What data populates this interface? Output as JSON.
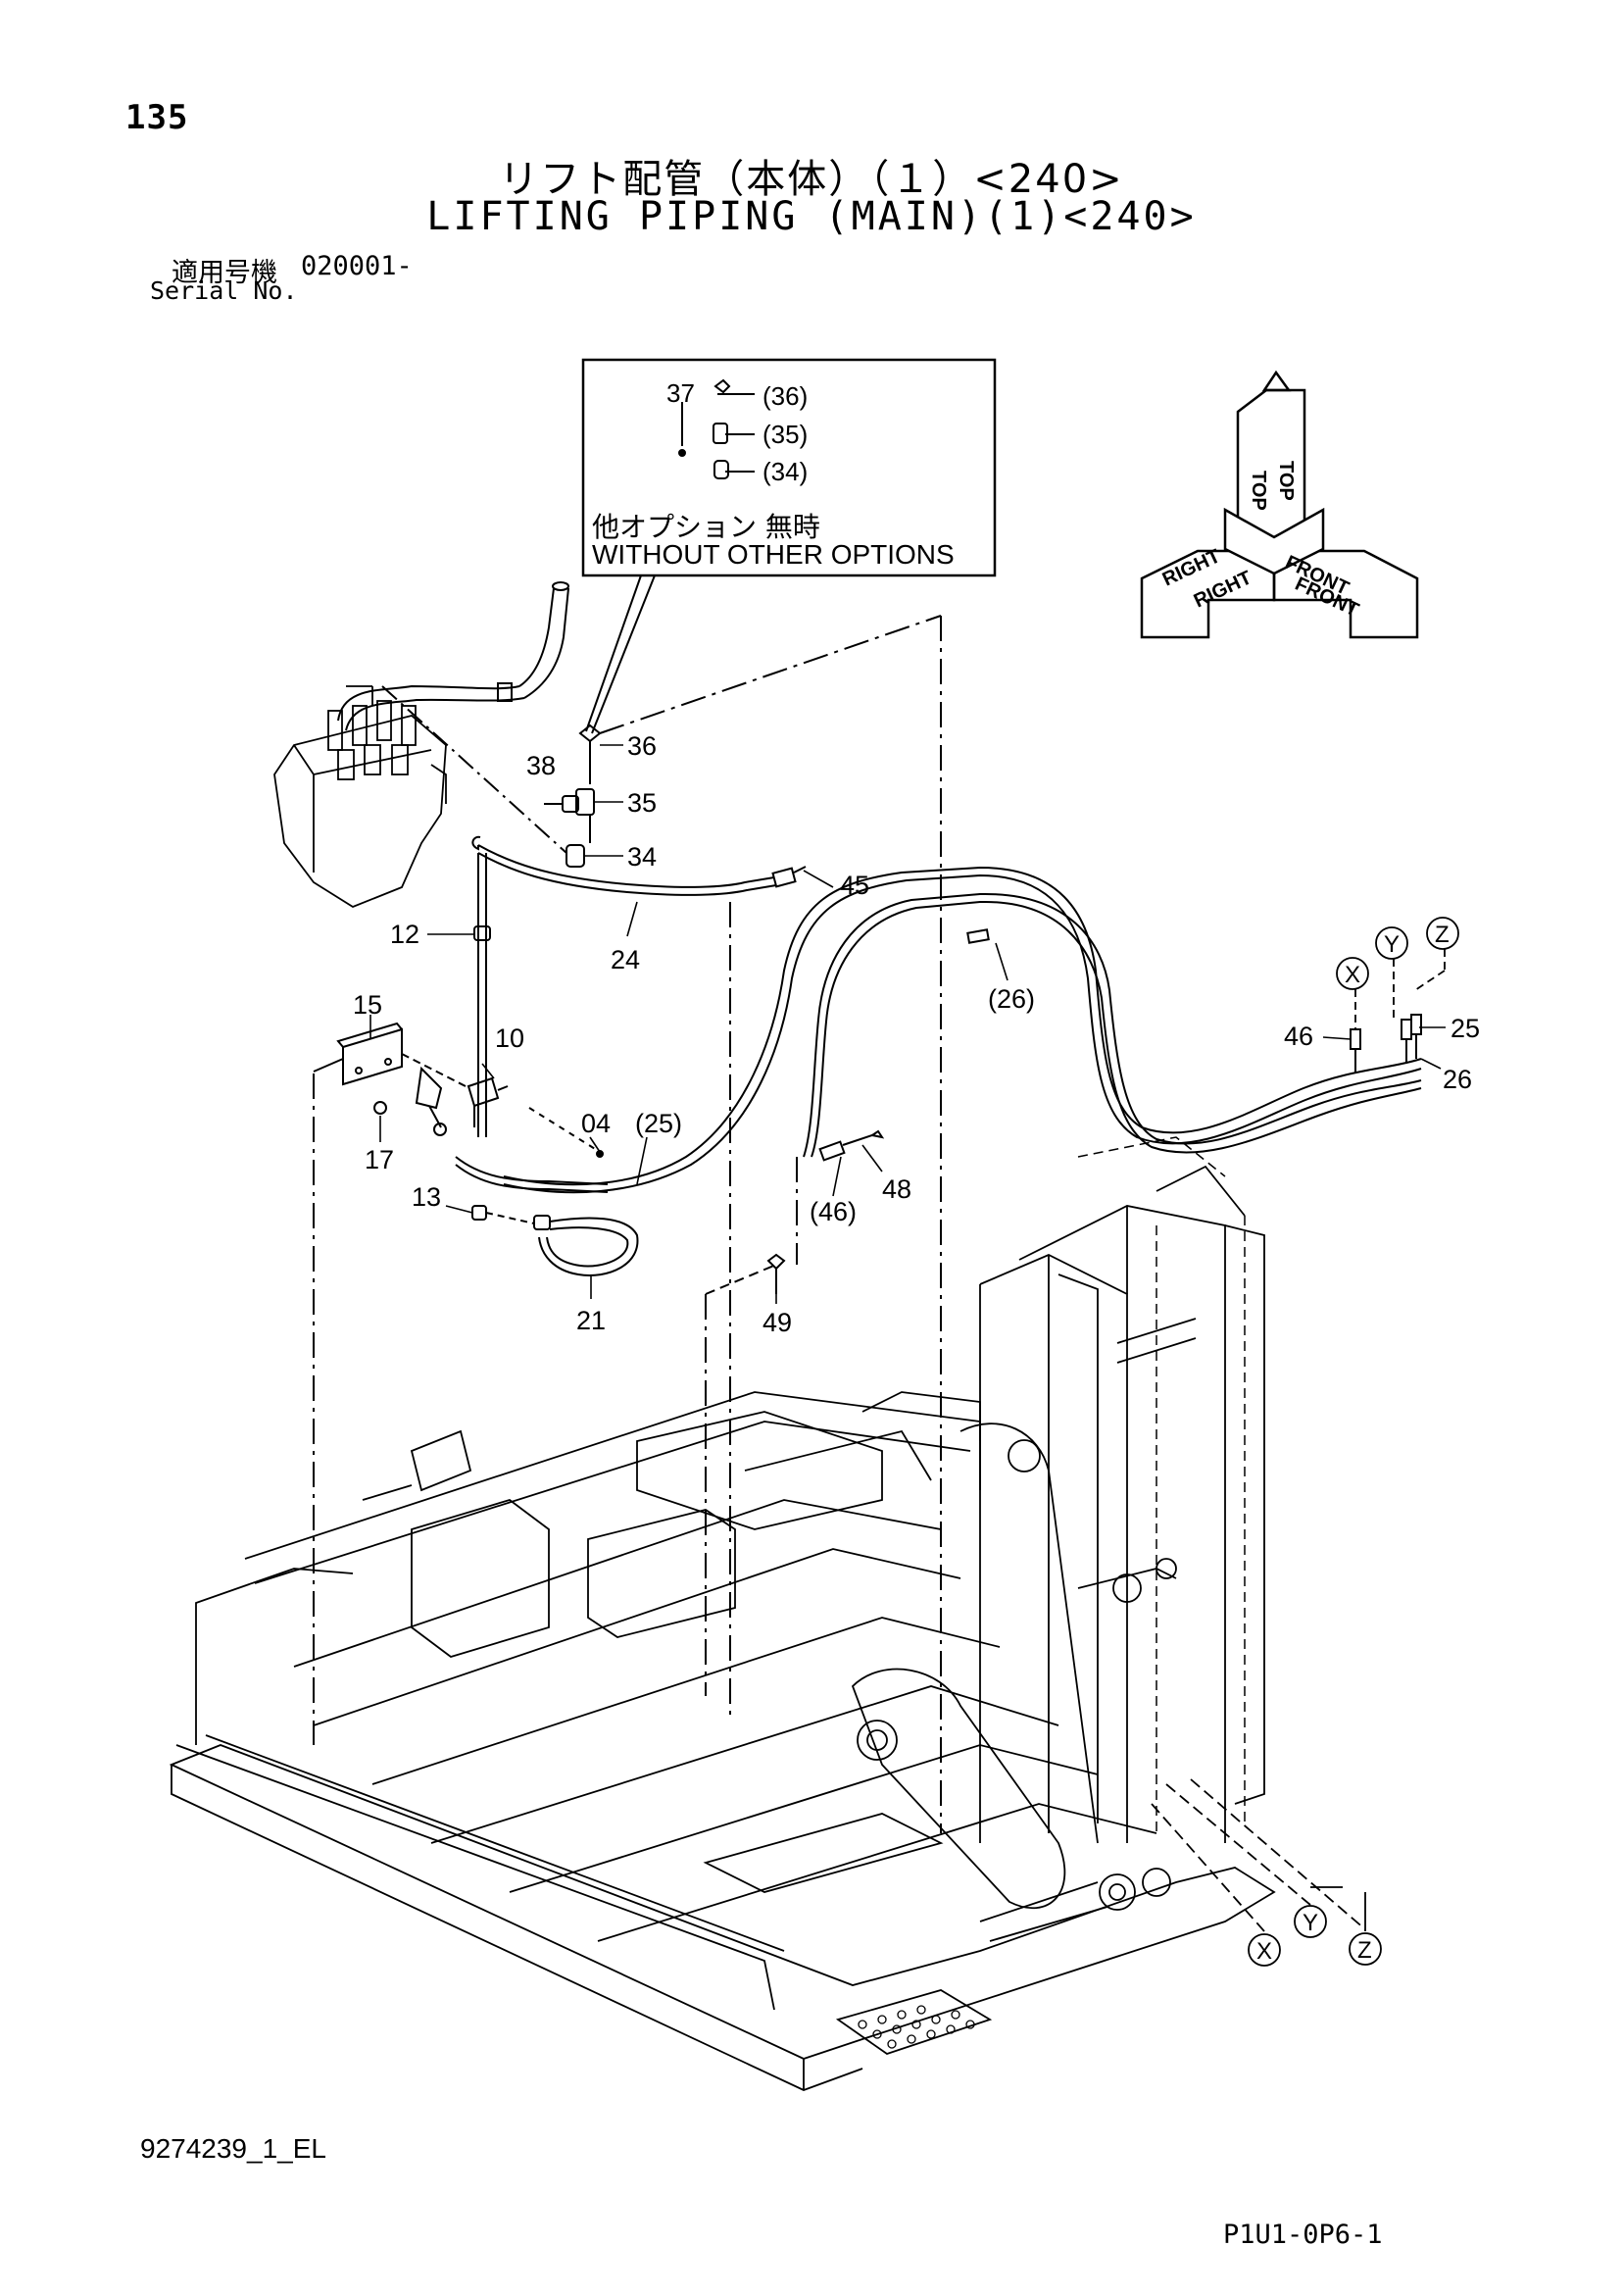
{
  "page": {
    "page_number": "135",
    "title_jp": "リフト配管（本体）（１）<240>",
    "title_en": "LIFTING PIPING (MAIN)(1)<240>",
    "serial_label_jp": "適用号機",
    "serial_value": "020001-",
    "serial_label_en": "Serial No.",
    "document_code": "9274239_1_EL",
    "sheet_code": "P1U1-0P6-1"
  },
  "inset": {
    "note_jp": "他オプション 無時",
    "note_en": "WITHOUT OTHER OPTIONS",
    "callouts": [
      "37",
      "(36)",
      "(35)",
      "(34)"
    ]
  },
  "orientation": {
    "labels": [
      "TOP",
      "TOP",
      "RIGHT",
      "RIGHT",
      "FRONT",
      "FRONT"
    ]
  },
  "callouts": {
    "c36": "36",
    "c38": "38",
    "c35": "35",
    "c34": "34",
    "c45": "45",
    "c12": "12",
    "c24": "24",
    "c26p": "(26)",
    "c15": "15",
    "c10": "10",
    "c04": "04",
    "c25p": "(25)",
    "c17": "17",
    "c13": "13",
    "c46p": "(46)",
    "c48": "48",
    "c21": "21",
    "c49": "49",
    "c46": "46",
    "c25": "25",
    "c26": "26"
  },
  "connectors": {
    "x": "X",
    "y": "Y",
    "z": "Z"
  }
}
